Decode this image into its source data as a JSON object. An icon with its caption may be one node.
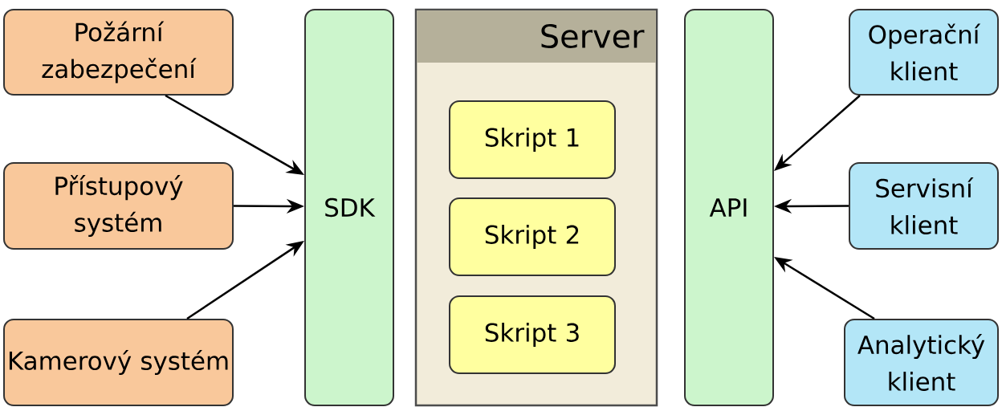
{
  "diagram": {
    "nodes": [
      {
        "text": [
          "Požární zabezpečení"
        ]
      },
      {
        "text": [
          "Přístupový systém"
        ]
      },
      {
        "text": [
          "Kamerový systém"
        ]
      },
      {
        "text": [
          "SDK"
        ]
      },
      {
        "text": [
          "Server"
        ]
      },
      {
        "text": [
          "Skript 1"
        ],
        "in": 4
      },
      {
        "text": [
          "Skript 2"
        ],
        "in": 4
      },
      {
        "text": [
          "Skript 3"
        ],
        "in": 4
      },
      {
        "text": [
          "API"
        ]
      },
      {
        "text": [
          "Operační klient"
        ]
      },
      {
        "text": [
          "Servisní klient"
        ]
      },
      {
        "text": [
          "Analytický klient"
        ]
      }
    ],
    "edges": [
      {
        "from": 0,
        "to": 3,
        "arrow": "to"
      },
      {
        "from": 1,
        "to": 3,
        "arrow": "to"
      },
      {
        "from": 2,
        "to": 3,
        "arrow": "to"
      },
      {
        "from": 9,
        "to": 8,
        "arrow": "to"
      },
      {
        "from": 10,
        "to": 8,
        "arrow": "to"
      },
      {
        "from": 11,
        "to": 8,
        "arrow": "to"
      }
    ]
  }
}
